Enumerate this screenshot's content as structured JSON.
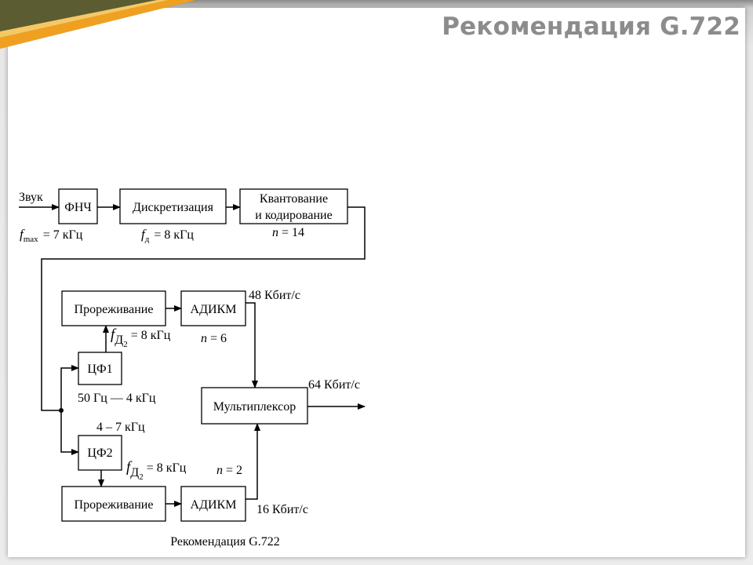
{
  "slide": {
    "title": "Рекомендация G.722"
  },
  "diagram": {
    "caption": "Рекомендация G.722",
    "input_label": "Звук",
    "blocks": {
      "lpf": "ФНЧ",
      "sampling": "Дискретизация",
      "quant_line1": "Квантование",
      "quant_line2": "и кодирование",
      "decim_top": "Прореживание",
      "adpcm_top": "АДИКМ",
      "bpf1": "ЦФ1",
      "mux": "Мультиплексор",
      "bpf2": "ЦФ2",
      "decim_bottom": "Прореживание",
      "adpcm_bottom": "АДИКМ"
    },
    "params": {
      "fmax_sym": "f",
      "fmax_sub": "max",
      "fmax_val": "= 7 кГц",
      "fd_sym": "f",
      "fd_sub": "д",
      "fd_val": "= 8 кГц",
      "n_quant_sym": "n",
      "n_quant_val": "= 14",
      "fd2_top_sym": "f",
      "fd2_top_sub": "Д",
      "fd2_top_subsub": "2",
      "fd2_top_val": "= 8 кГц",
      "n_top_sym": "n",
      "n_top_val": "= 6",
      "rate_top": "48 Кбит/с",
      "band1": "50 Гц — 4 кГц",
      "rate_out": "64 Кбит/с",
      "band2": "4 – 7 кГц",
      "fd2_bot_sym": "f",
      "fd2_bot_sub": "Д",
      "fd2_bot_subsub": "2",
      "fd2_bot_val": "= 8 кГц",
      "n_bot_sym": "n",
      "n_bot_val": "= 2",
      "rate_bottom": "16 Кбит/с"
    }
  },
  "colors": {
    "accent_orange": "#f0a020",
    "accent_olive": "#5c5c32",
    "title_gray": "#8c8c8c"
  }
}
